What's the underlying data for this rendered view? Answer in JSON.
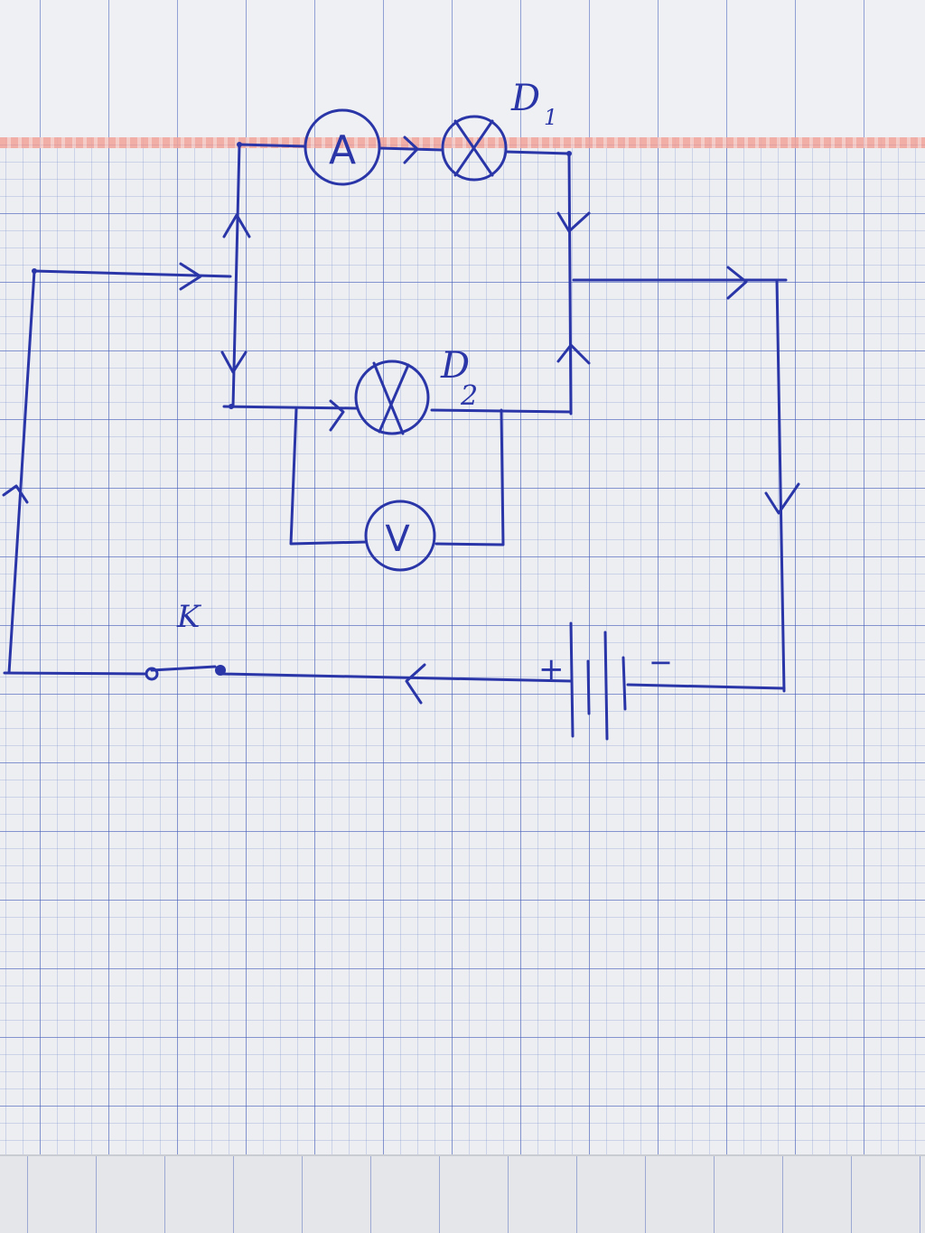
{
  "diagram": {
    "ammeter": {
      "symbol": "A"
    },
    "voltmeter": {
      "symbol": "V"
    },
    "lamp_1": {
      "label": "D",
      "subscript": "1"
    },
    "lamp_2": {
      "label": "D",
      "subscript": "2"
    },
    "switch": {
      "label": "K"
    },
    "battery": {
      "plus": "+",
      "minus": "−"
    },
    "ink_color": "#2a36a8",
    "paper_color": "#eceef2"
  }
}
